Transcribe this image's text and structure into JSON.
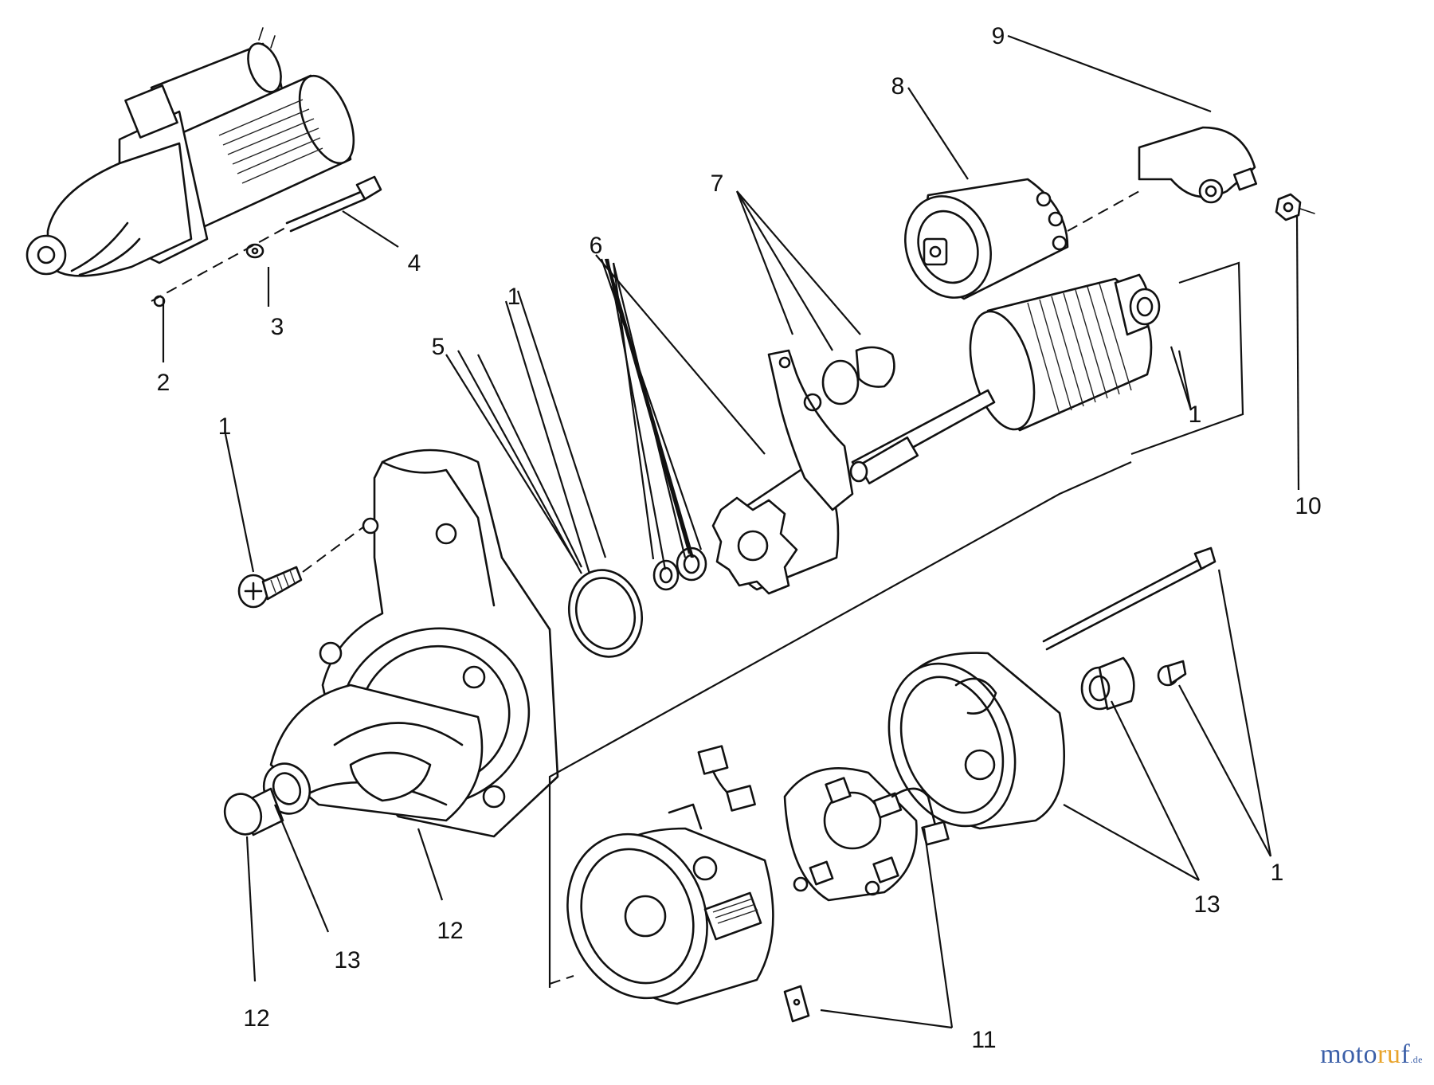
{
  "callouts": {
    "c1_bolt": "1",
    "c1_washers": "1",
    "c1_armature": "1",
    "c1_bolt_long": "1",
    "c2": "2",
    "c3": "3",
    "c4": "4",
    "c5": "5",
    "c6": "6",
    "c7": "7",
    "c8": "8",
    "c9": "9",
    "c10": "10",
    "c11": "11",
    "c12_housing": "12",
    "c12_cap": "12",
    "c13_left": "13",
    "c13_right": "13"
  },
  "watermark": {
    "part1": "moto",
    "part2": "ru",
    "part3": "f",
    "tld": ".de"
  }
}
